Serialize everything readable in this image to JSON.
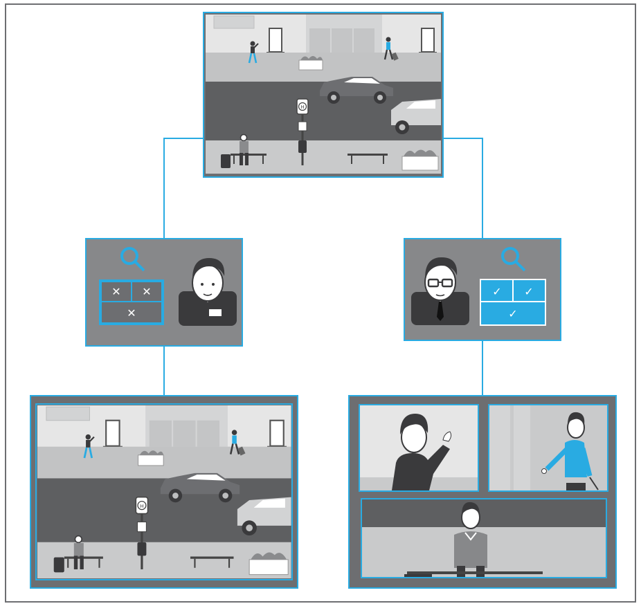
{
  "diagram": {
    "colors": {
      "accent": "#29abe2",
      "panel_dark": "#87888a",
      "frame": "#6d6e71",
      "road": "#5e5f61",
      "wall": "#e6e6e6",
      "ground": "#c9cacb"
    },
    "source_scene": {
      "sign_letter": "H"
    },
    "left_check": {
      "icon": "magnifier-icon",
      "marks": [
        "✕",
        "✕",
        "✕"
      ],
      "person": "non-matching-person"
    },
    "right_check": {
      "icon": "magnifier-icon",
      "marks": [
        "✓",
        "✓",
        "✓"
      ],
      "person": "matching-person-with-glasses"
    },
    "left_result_scene": {
      "sign_letter": "H"
    },
    "right_result": {
      "crops": [
        "person-waving-crop",
        "person-walking-crop",
        "person-at-bench-crop"
      ]
    }
  }
}
